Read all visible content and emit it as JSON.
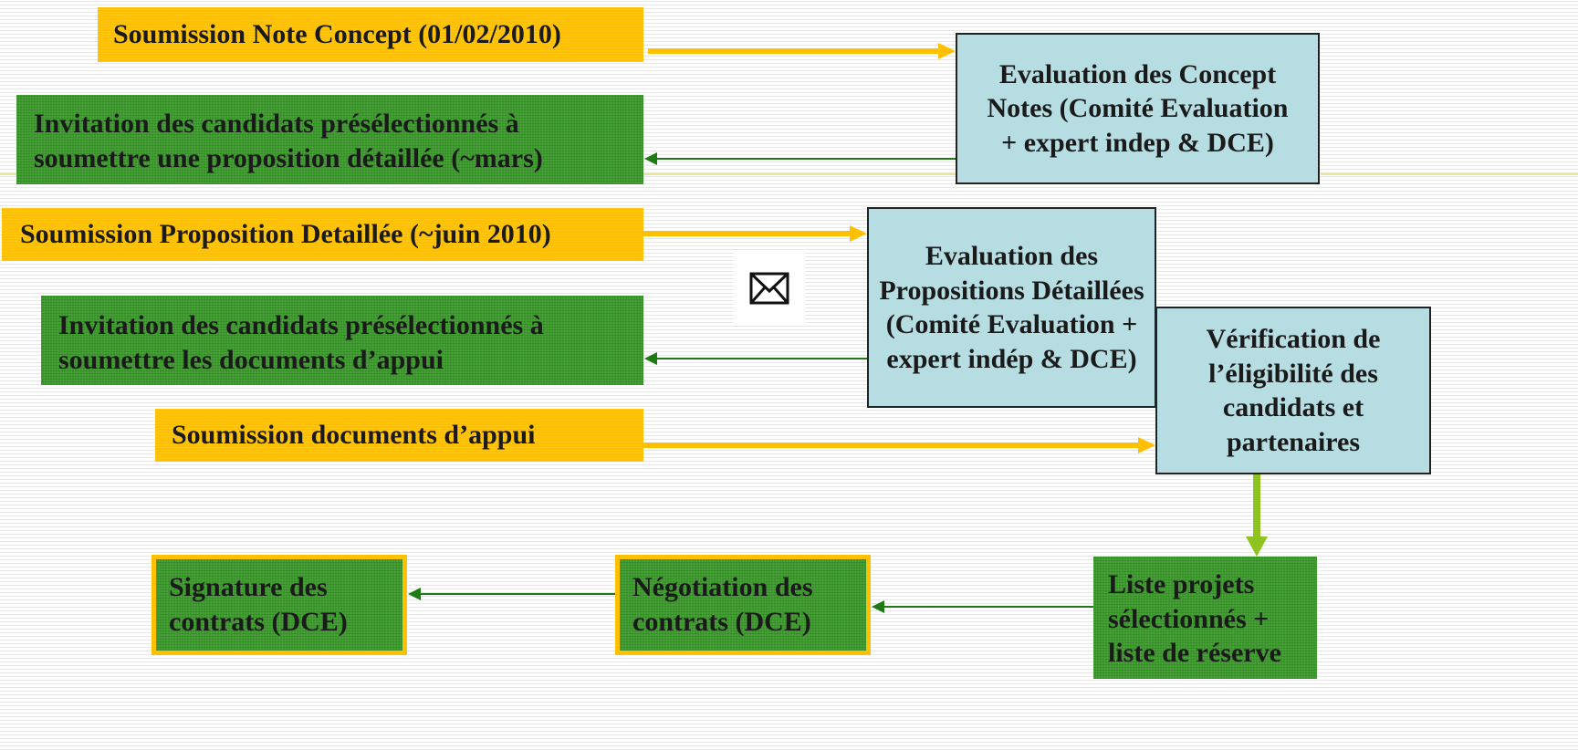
{
  "boxes": {
    "soumission_note": "Soumission Note Concept (01/02/2010)",
    "invitation_proposition": "Invitation des candidats présélectionnés à soumettre une proposition détaillée (~mars)",
    "evaluation_concept": "Evaluation des Concept Notes (Comité Evaluation + expert indep & DCE)",
    "soumission_proposition": "Soumission Proposition Detaillée (~juin 2010)",
    "evaluation_propositions": "Evaluation des Propositions Détaillées (Comité Evaluation + expert indép & DCE)",
    "invitation_documents": "Invitation des candidats présélectionnés à soumettre les documents d’appui",
    "verification": "Vérification de l’éligibilité des candidats et partenaires",
    "soumission_documents": "Soumission documents d’appui",
    "liste_projets": "Liste projets sélectionnés + liste de réserve",
    "negociation": "Négotiation des contrats (DCE)",
    "signature": "Signature des contrats (DCE)"
  },
  "icons": {
    "mail": "envelope-icon"
  },
  "colors": {
    "yellow": "#ffc000",
    "green": "#3d9a2c",
    "cyan": "#b6dde2",
    "dark_green_arrow": "#1e7a12",
    "lime_arrow": "#8fc320"
  }
}
